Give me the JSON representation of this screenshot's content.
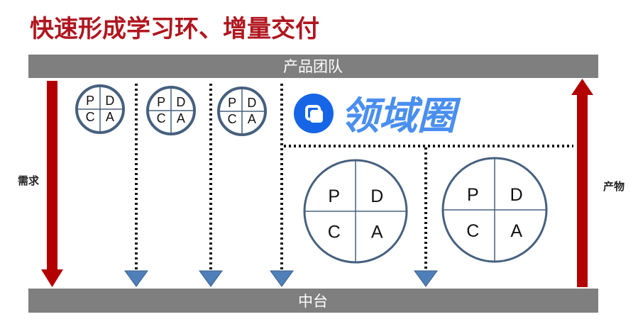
{
  "title": "快速形成学习环、增量交付",
  "top_bar_label": "产品团队",
  "bottom_bar_label": "中台",
  "left_arrow_label": "需求",
  "right_arrow_label": "产物",
  "pdca": {
    "p": "P",
    "d": "D",
    "c": "C",
    "a": "A"
  },
  "watermark": {
    "text": "领域圈"
  },
  "colors": {
    "title": "#b0161f",
    "bar": "#7f7f7f",
    "arrow": "#b30000",
    "circle": "#46607e",
    "triangle": "#4f7fb8",
    "watermark": "#4a8ff0",
    "watermark_logo": "#1565e6"
  }
}
